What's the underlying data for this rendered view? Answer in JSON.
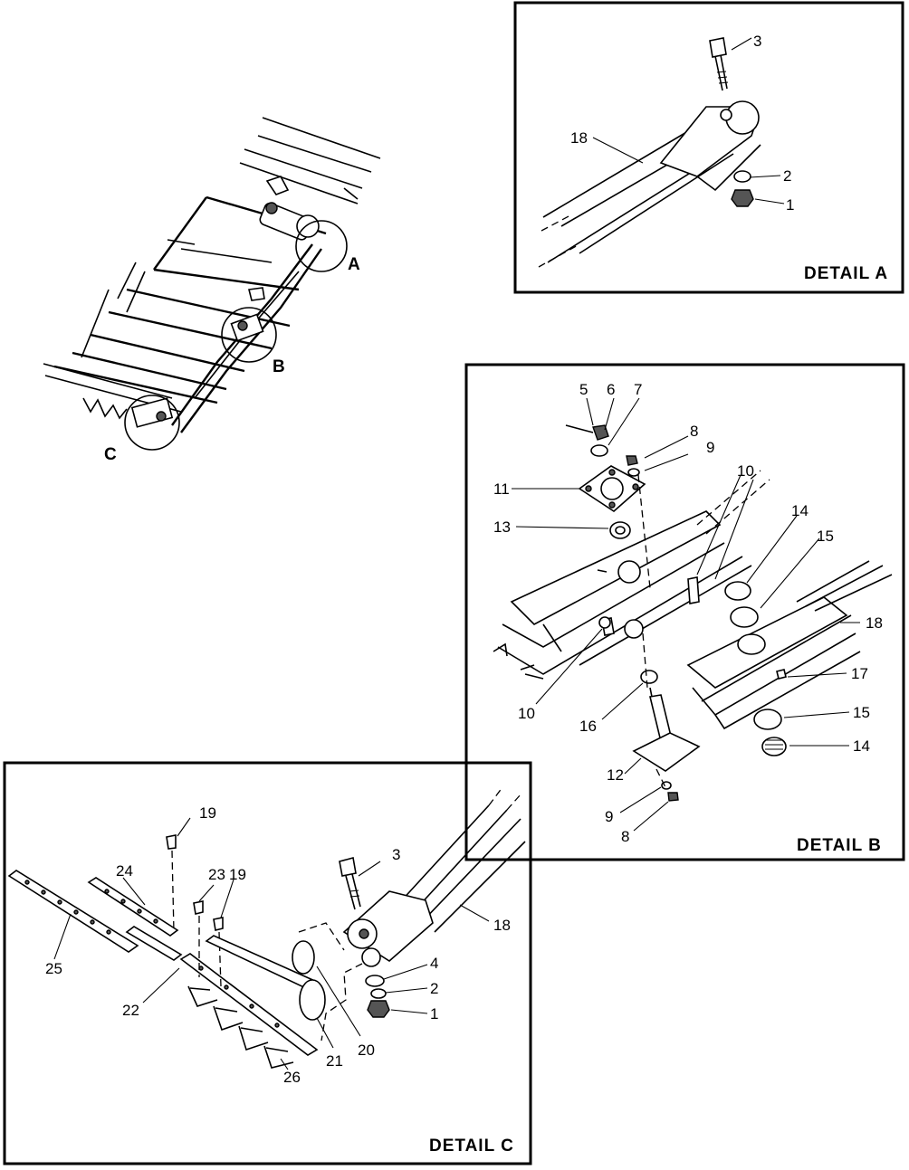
{
  "callouts": {
    "a": "A",
    "b": "B",
    "c": "C"
  },
  "detail_a": {
    "title": "DETAIL A",
    "labels": {
      "3": "3",
      "18": "18",
      "2": "2",
      "1": "1"
    }
  },
  "detail_b": {
    "title": "DETAIL B",
    "labels": {
      "5": "5",
      "6": "6",
      "7": "7",
      "8a": "8",
      "9a": "9",
      "10a": "10",
      "11": "11",
      "13": "13",
      "14a": "14",
      "15a": "15",
      "18": "18",
      "10b": "10",
      "16": "16",
      "17": "17",
      "15b": "15",
      "14b": "14",
      "12": "12",
      "9b": "9",
      "8b": "8"
    }
  },
  "detail_c": {
    "title": "DETAIL C",
    "labels": {
      "19a": "19",
      "24": "24",
      "23": "23",
      "19b": "19",
      "3": "3",
      "18": "18",
      "25": "25",
      "22": "22",
      "4": "4",
      "2": "2",
      "1": "1",
      "20": "20",
      "21": "21",
      "26": "26"
    }
  }
}
